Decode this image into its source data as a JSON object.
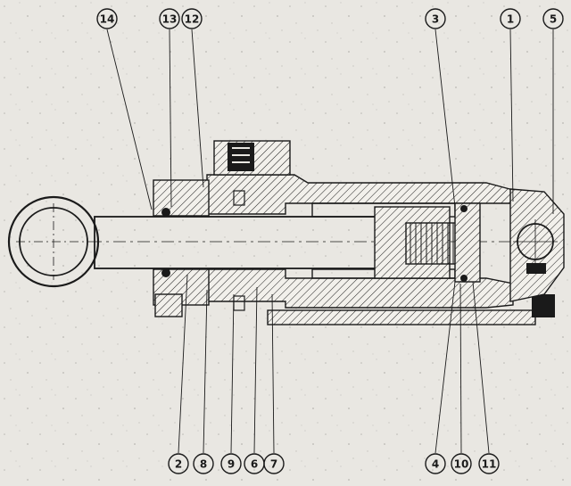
{
  "diagram": {
    "callouts_top": [
      "14",
      "13",
      "12",
      "3",
      "1",
      "5"
    ],
    "callouts_bottom": [
      "2",
      "8",
      "9",
      "6",
      "7",
      "4",
      "10",
      "11"
    ]
  },
  "colors": {
    "paper": "#e9e7e2",
    "ink": "#1a1a1a",
    "speckle": "#b9b7b2"
  }
}
